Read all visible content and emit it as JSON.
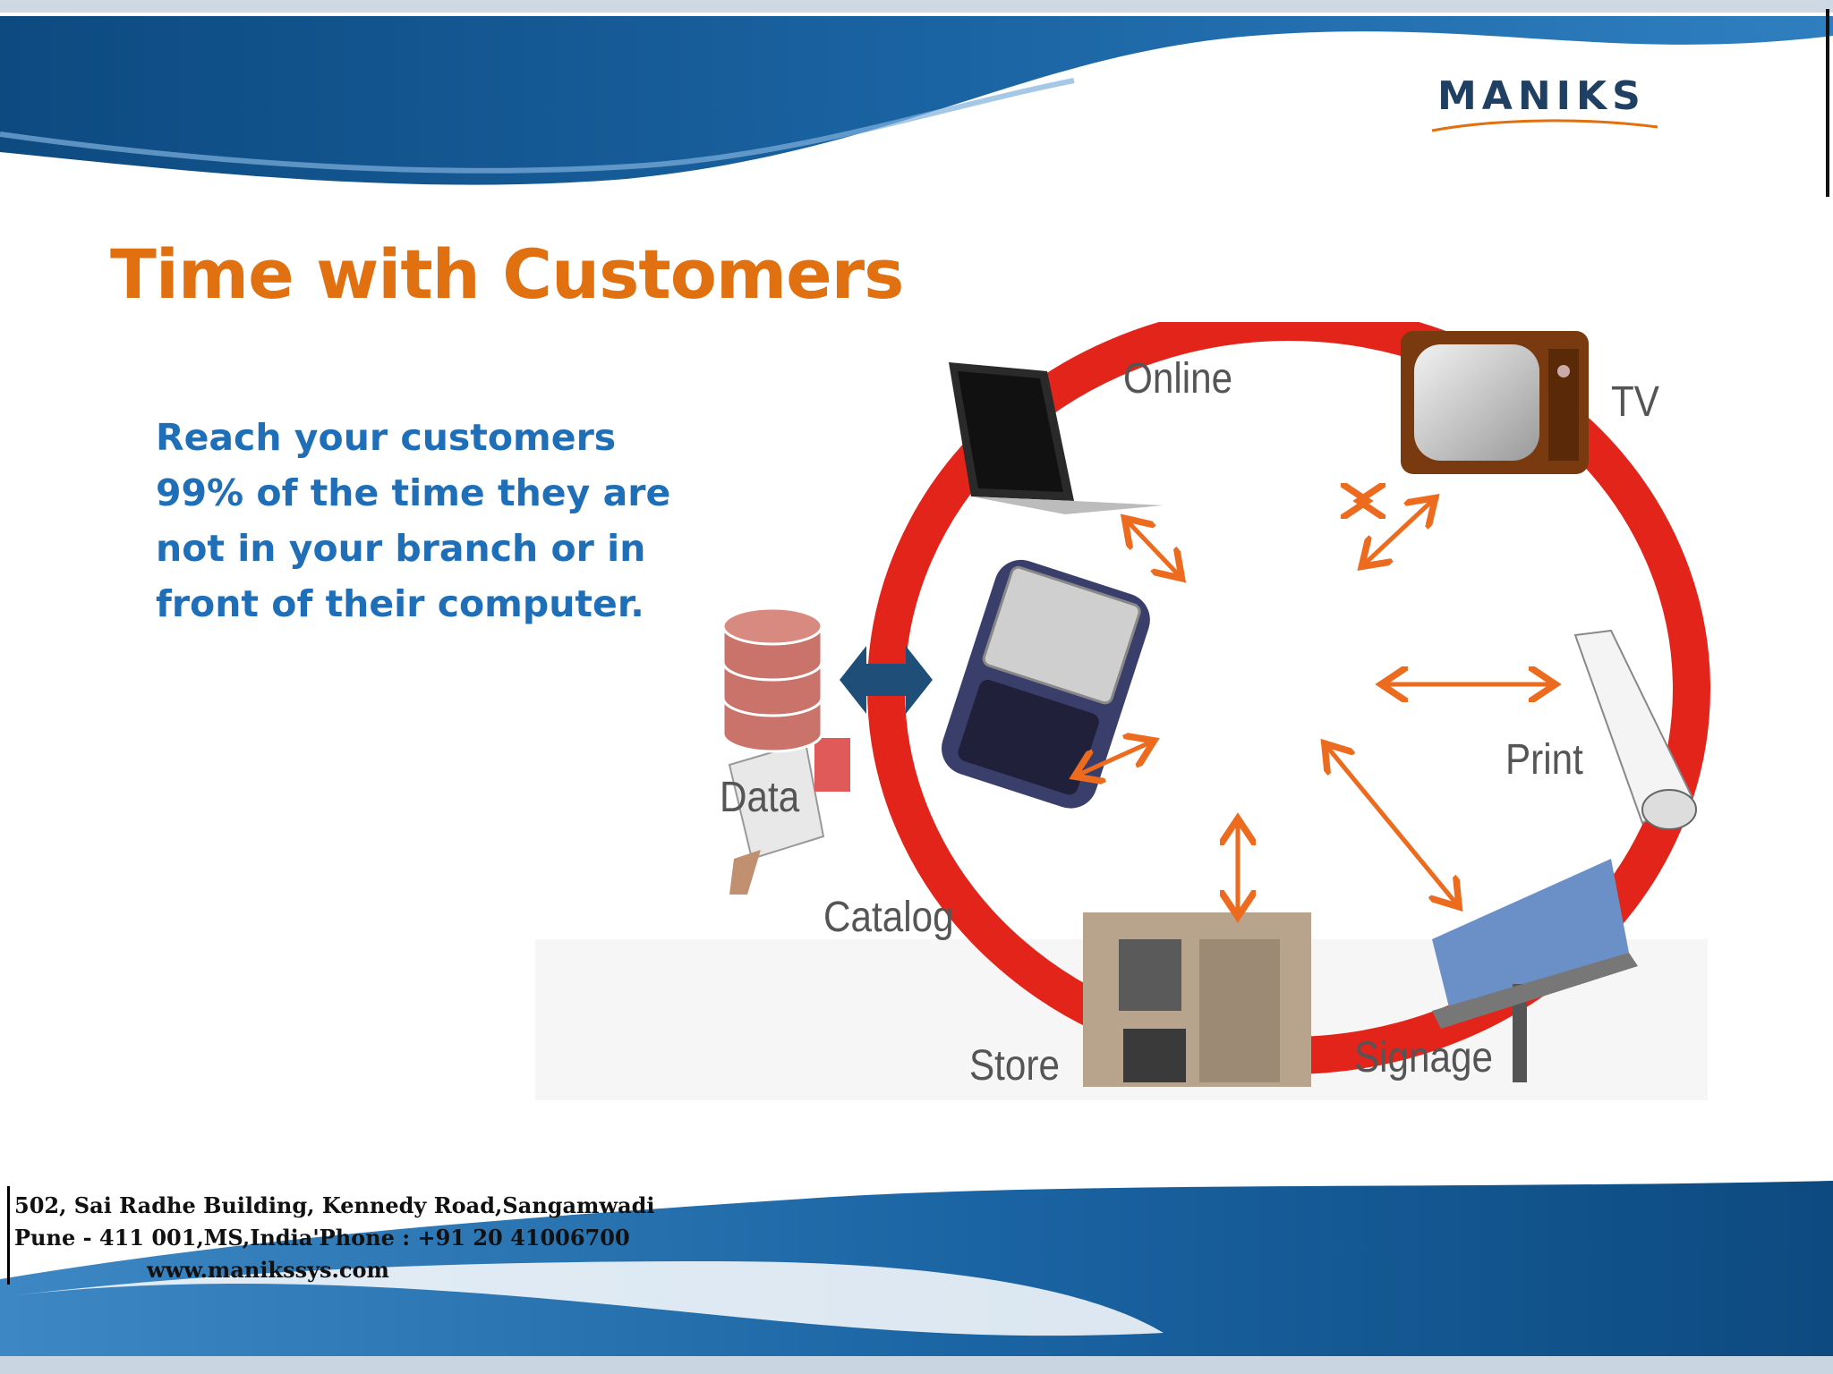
{
  "brand": {
    "logo_text": "MANIKS"
  },
  "slide": {
    "title": "Time with Customers",
    "body": "Reach your customers 99% of the time they are not in your branch or in front of their computer."
  },
  "diagram": {
    "center": "Mobile phone",
    "channels": {
      "online": "Online",
      "tv": "TV",
      "print": "Print",
      "signage": "Signage",
      "store": "Store",
      "catalog": "Catalog",
      "data": "Data"
    },
    "colors": {
      "ring": "#e3241b",
      "arrow": "#ec6b1e",
      "data_arrow": "#1f4e79",
      "database": "#c9736a"
    }
  },
  "footer": {
    "address_line1": "502, Sai Radhe Building, Kennedy Road,Sangamwadi",
    "address_line2": "Pune - 411 001,MS,India'Phone : +91 20 41006700",
    "website": "www.manikssys.com"
  },
  "colors": {
    "title": "#e07010",
    "body": "#1f6fb8",
    "wave_dark": "#0f4f86",
    "wave_light": "#3d88c4"
  }
}
